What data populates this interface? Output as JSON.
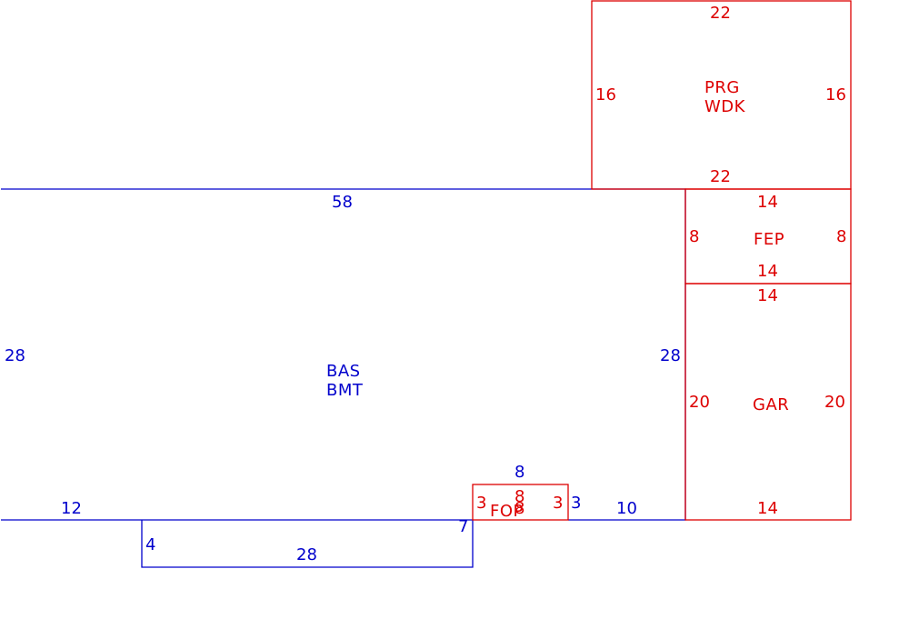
{
  "colors": {
    "main_structure": "#0000cc",
    "additions": "#dd0000",
    "background": "#ffffff"
  },
  "areas": {
    "bas": {
      "line1": "BAS",
      "line2": "BMT"
    },
    "prg": {
      "line1": "PRG",
      "line2": "WDK"
    },
    "fep": {
      "name": "FEP"
    },
    "gar": {
      "name": "GAR"
    },
    "fop": {
      "name": "FOP"
    }
  },
  "dimensions": {
    "bas_top": "58",
    "bas_left": "28",
    "bas_right": "28",
    "bas_bottom_left": "12",
    "bas_step_down": "4",
    "bas_bottom_mid": "28",
    "bas_step_up": "7",
    "bas_porch_top": "8",
    "bas_porch_right": "3",
    "bas_bottom_right": "10",
    "prg_top": "22",
    "prg_bottom": "22",
    "prg_left": "16",
    "prg_right": "16",
    "fep_top": "14",
    "fep_bottom": "14",
    "fep_left": "8",
    "fep_right": "8",
    "gar_top": "14",
    "gar_bottom": "14",
    "gar_left": "20",
    "gar_right": "20",
    "fop_left": "3",
    "fop_right": "3",
    "fop_top": "8",
    "fop_bottom": "8"
  }
}
